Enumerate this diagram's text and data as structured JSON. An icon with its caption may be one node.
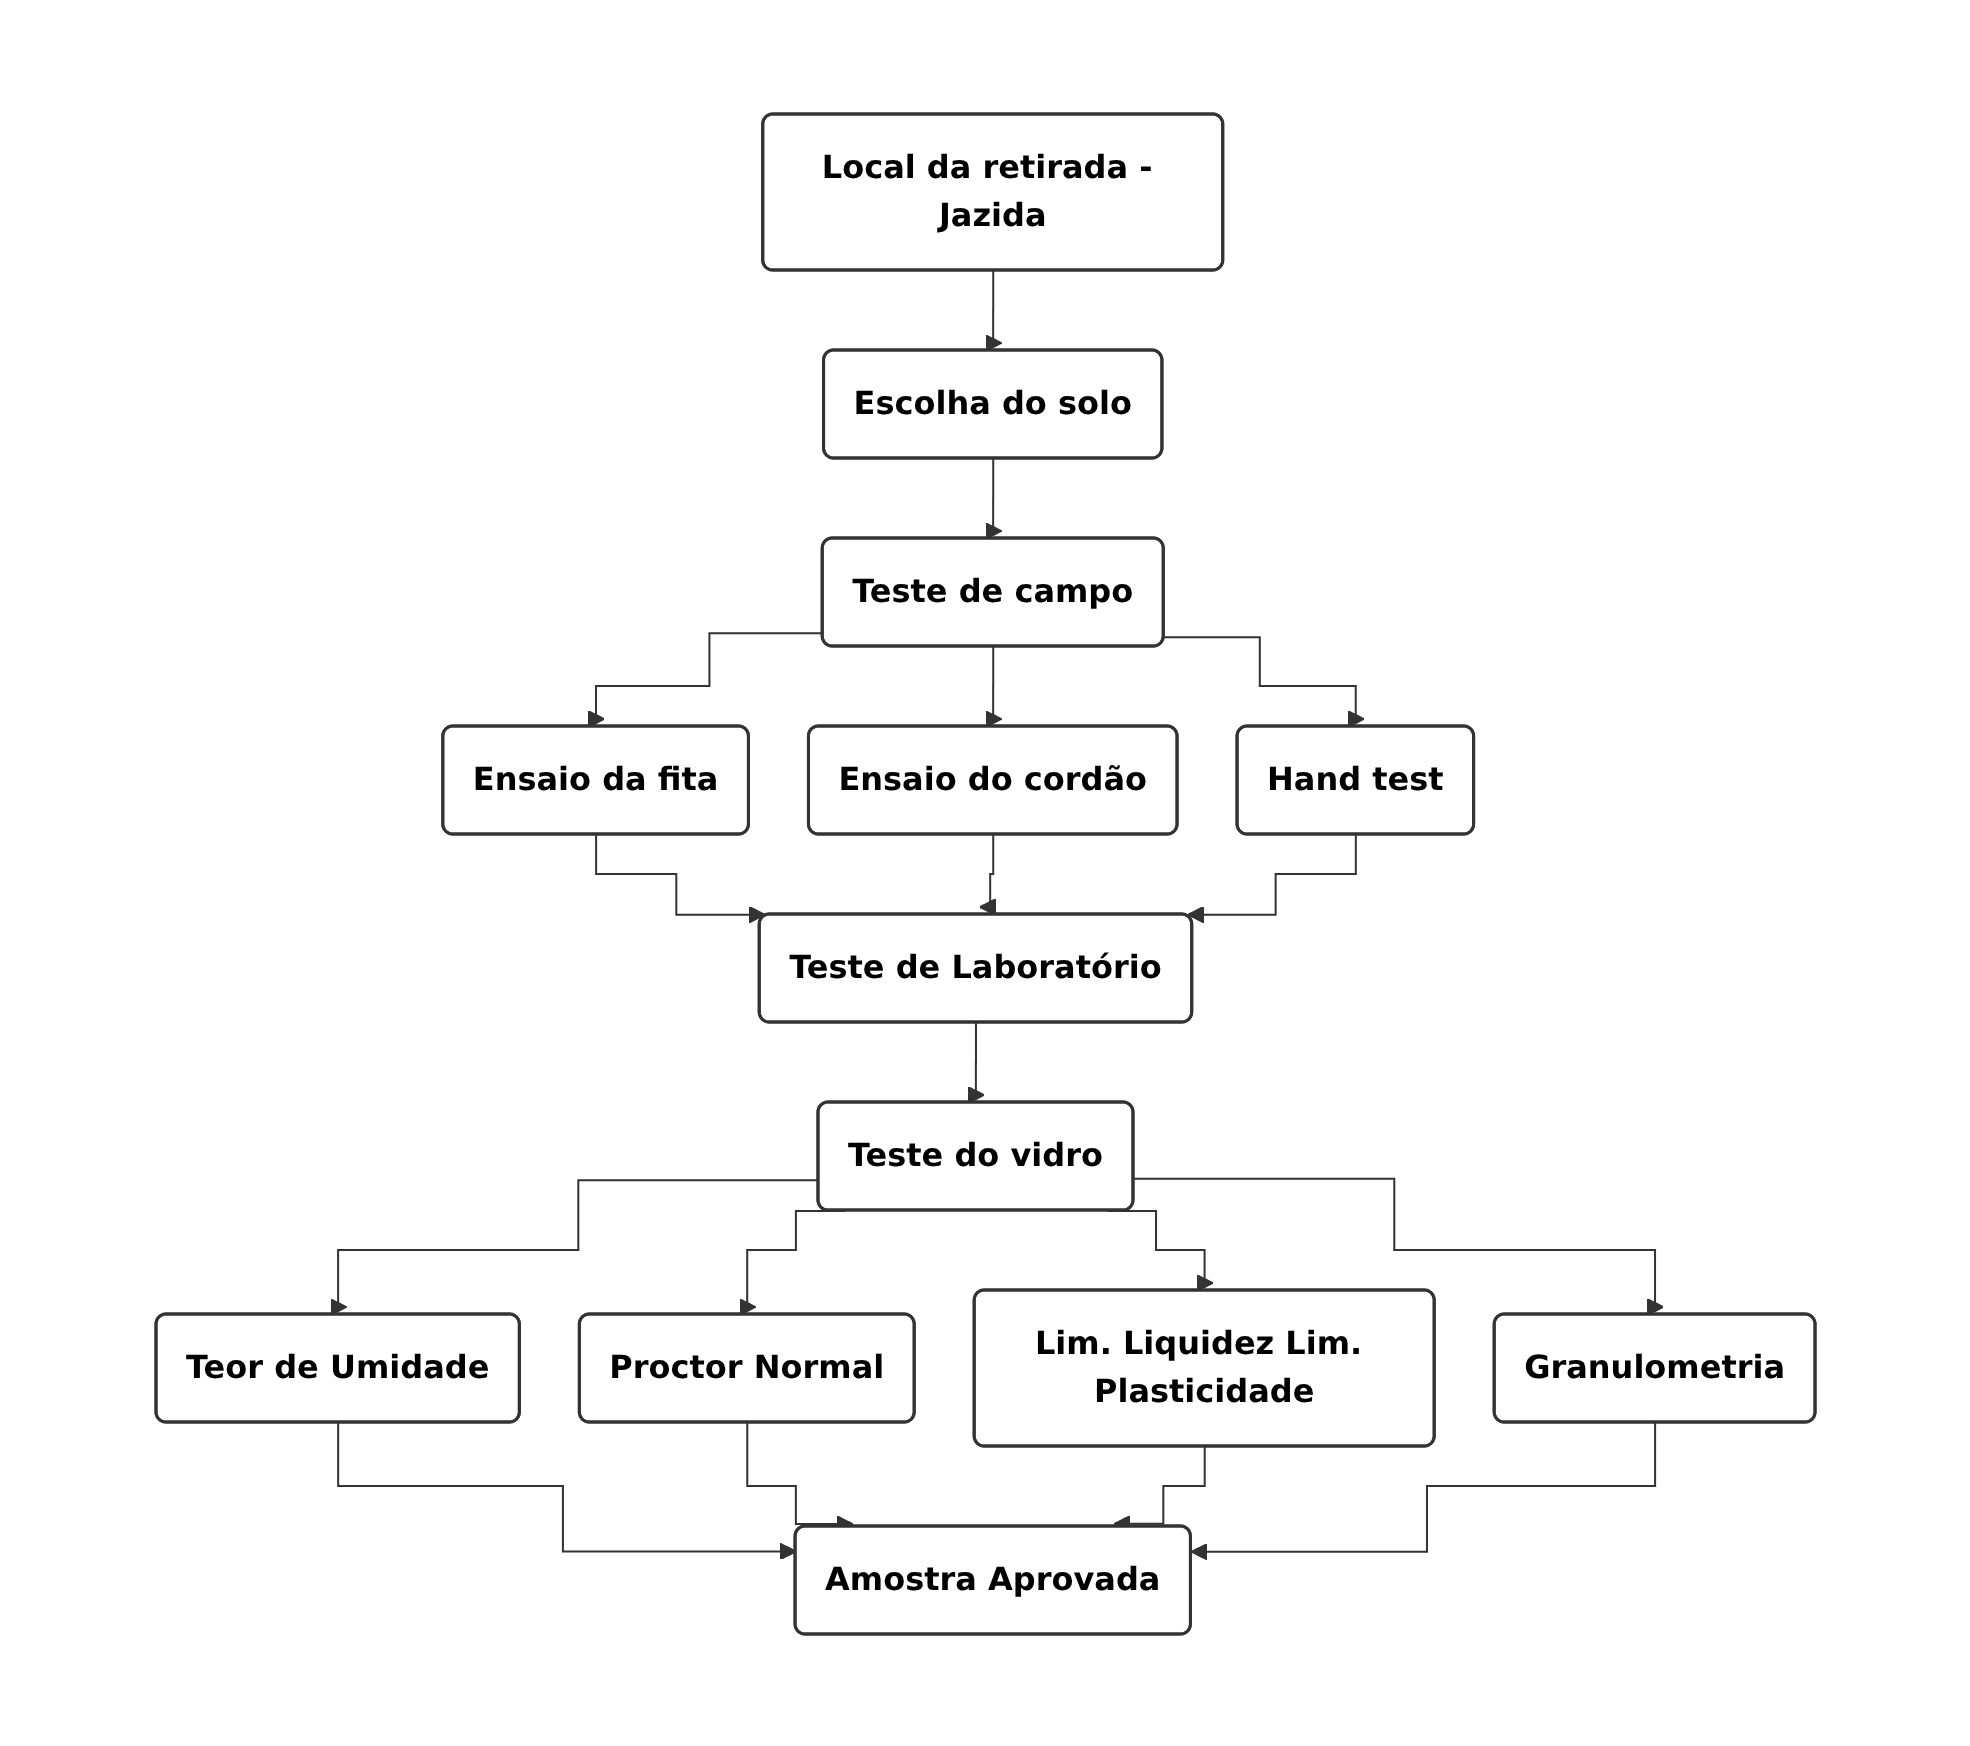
{
  "diagram": {
    "nodes": [
      {
        "text": [
          "Local da retirada - Jazida"
        ]
      },
      {
        "text": [
          "Escolha do solo"
        ]
      },
      {
        "text": [
          "Teste de campo"
        ]
      },
      {
        "text": [
          "Ensaio da fita"
        ]
      },
      {
        "text": [
          "Ensaio do cordão"
        ]
      },
      {
        "text": [
          "Hand test"
        ]
      },
      {
        "text": [
          "Teste de Laboratório"
        ]
      },
      {
        "text": [
          "Teste do vidro"
        ]
      },
      {
        "text": [
          "Teor de Umidade"
        ]
      },
      {
        "text": [
          "Proctor Normal"
        ]
      },
      {
        "text": [
          "Lim. Liquidez Lim. Plasticidade"
        ]
      },
      {
        "text": [
          "Granulometria"
        ]
      },
      {
        "text": [
          "Amostra Aprovada"
        ]
      }
    ],
    "edges": [
      {
        "from": 0,
        "to": 1,
        "arrow": "to"
      },
      {
        "from": 1,
        "to": 2,
        "arrow": "to"
      },
      {
        "from": 2,
        "to": 3,
        "arrow": "to"
      },
      {
        "from": 2,
        "to": 4,
        "arrow": "to"
      },
      {
        "from": 2,
        "to": 5,
        "arrow": "to"
      },
      {
        "from": 3,
        "to": 6,
        "arrow": "to"
      },
      {
        "from": 4,
        "to": 6,
        "arrow": "to"
      },
      {
        "from": 5,
        "to": 6,
        "arrow": "to"
      },
      {
        "from": 6,
        "to": 7,
        "arrow": "to"
      },
      {
        "from": 7,
        "to": 8,
        "arrow": "to"
      },
      {
        "from": 7,
        "to": 9,
        "arrow": "to"
      },
      {
        "from": 7,
        "to": 10,
        "arrow": "to"
      },
      {
        "from": 7,
        "to": 11,
        "arrow": "to"
      },
      {
        "from": 8,
        "to": 12,
        "arrow": "to"
      },
      {
        "from": 9,
        "to": 12,
        "arrow": "to"
      },
      {
        "from": 10,
        "to": 12,
        "arrow": "to"
      },
      {
        "from": 11,
        "to": 12,
        "arrow": "to"
      }
    ]
  }
}
